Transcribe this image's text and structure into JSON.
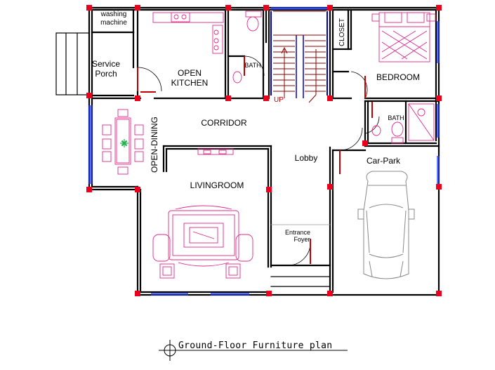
{
  "title": "Ground-Floor Furniture plan",
  "rooms": {
    "washing_machine": [
      "washing",
      "machine"
    ],
    "service_porch": [
      "Service",
      "Porch"
    ],
    "open_kitchen": [
      "OPEN",
      "KITCHEN"
    ],
    "bath_upper": "BATH",
    "closet": "CLOSET",
    "bedroom": "BEDROOM",
    "bath_lower": "BATH",
    "stair_up": "UP",
    "corridor": "CORRIDOR",
    "open_dining": "OPEN-DINING",
    "lobby": "Lobby",
    "car_park": "Car-Park",
    "livingroom": "LIVINGROOM",
    "entrance_foyer": [
      "Entrance",
      "Foyer"
    ]
  },
  "colors": {
    "wall": "#000000",
    "column": "#e8001c",
    "window": "#1f3fff",
    "furniture": "#e0288c",
    "stair_rail": "#0000c0",
    "stair_tread": "#8b0000",
    "plant": "#22b14c",
    "car": "#888888",
    "door": "#c00000"
  }
}
